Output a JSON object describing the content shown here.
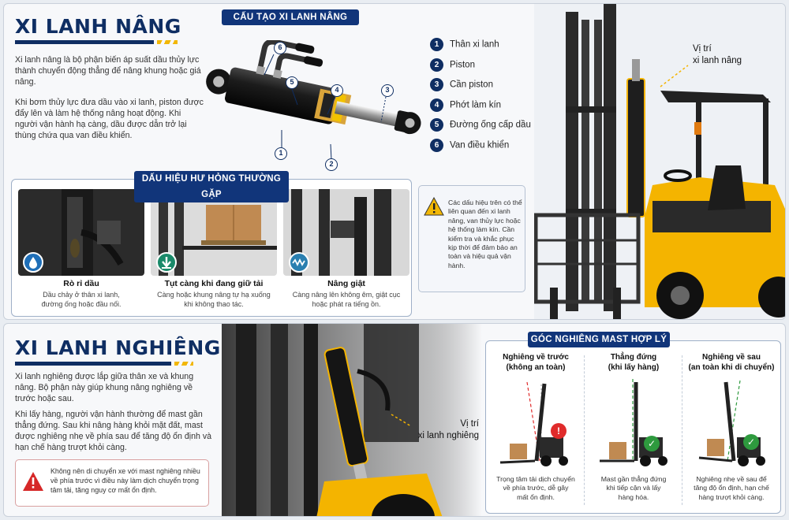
{
  "lift": {
    "title": "XI LANH NÂNG",
    "paragraph1": "Xi lanh nâng là bộ phận biến áp suất dầu thủy lực thành chuyển động thẳng để nâng khung hoặc giá nâng.",
    "paragraph2": "Khi bơm thủy lực đưa dầu vào xi lanh, piston được đẩy lên và làm hệ thống nâng hoạt động. Khi người vận hành hạ càng, dầu được dẫn trở lại thùng chứa qua van điều khiển.",
    "structure_title": "CẤU TẠO XI LANH NÂNG",
    "parts": [
      {
        "num": "1",
        "label": "Thân xi lanh"
      },
      {
        "num": "2",
        "label": "Piston"
      },
      {
        "num": "3",
        "label": "Cần piston"
      },
      {
        "num": "4",
        "label": "Phớt làm kín"
      },
      {
        "num": "5",
        "label": "Đường ống cấp dầu"
      },
      {
        "num": "6",
        "label": "Van điều khiển"
      }
    ],
    "location_label_line1": "Vị trí",
    "location_label_line2": "xi lanh nâng",
    "colors": {
      "navy": "#0f2e63",
      "accent_yellow": "#f2b705",
      "forklift_yellow": "#f4b400"
    }
  },
  "defects": {
    "title": "DẤU HIỆU HƯ HỎNG THƯỜNG GẶP",
    "items": [
      {
        "icon": "oil-drop-icon",
        "title": "Rò rỉ dầu",
        "desc_line1": "Dầu chảy ở thân xi lanh,",
        "desc_line2": "đường ống hoặc đầu nối.",
        "icon_color": "#1f6fb8"
      },
      {
        "icon": "down-arrow-icon",
        "title": "Tụt càng khi đang giữ tải",
        "desc_line1": "Càng hoặc khung nâng tự hạ xuống",
        "desc_line2": "khi không thao tác.",
        "icon_color": "#1a8a6a"
      },
      {
        "icon": "wave-icon",
        "title": "Nâng giật",
        "desc_line1": "Càng nâng lên không êm, giật cục",
        "desc_line2": "hoặc phát ra tiếng ồn.",
        "icon_color": "#2a7fb0"
      }
    ],
    "note": "Các dấu hiệu trên có thể liên quan đến xi lanh nâng, van thủy lực hoặc hệ thống làm kín. Cần kiểm tra và khắc phục kịp thời để đảm bảo an toàn và hiệu quả vận hành."
  },
  "tilt": {
    "title": "XI LANH NGHIÊNG",
    "paragraph1": "Xi lanh nghiêng được lắp giữa thân xe và khung nâng. Bộ phận này giúp khung nâng nghiêng về trước hoặc sau.",
    "paragraph2": "Khi lấy hàng, người vận hành thường để mast gần thẳng đứng. Sau khi nâng hàng khỏi mặt đất, mast được nghiêng nhẹ về phía sau để tăng độ ổn định và hạn chế hàng trượt khỏi càng.",
    "warning": "Không nên di chuyển xe với mast nghiêng nhiều về phía trước vì điều này làm dịch chuyển trọng tâm tải, tăng nguy cơ mất ổn định.",
    "location_label_line1": "Vị trí",
    "location_label_line2": "xi lanh nghiêng",
    "angle_title": "GÓC NGHIÊNG MAST HỢP LÝ",
    "angles": [
      {
        "head1": "Nghiêng về trước",
        "head2": "(không an toàn)",
        "desc_line1": "Trọng tâm tải dịch chuyển",
        "desc_line2": "về phía trước, dễ gây",
        "desc_line3": "mất ổn định.",
        "status": "danger",
        "badge": "!",
        "badge_color": "#e02b2b",
        "guide_color": "#e02b2b"
      },
      {
        "head1": "Thẳng đứng",
        "head2": "(khi lấy hàng)",
        "desc_line1": "Mast gần thẳng đứng",
        "desc_line2": "khi tiếp cận và lấy",
        "desc_line3": "hàng hóa.",
        "status": "ok",
        "badge": "✓",
        "badge_color": "#2e9a3e",
        "guide_color": "#2e9a3e"
      },
      {
        "head1": "Nghiêng về sau",
        "head2": "(an toàn khi di chuyển)",
        "desc_line1": "Nghiêng nhẹ về sau để",
        "desc_line2": "tăng độ ổn định, hạn chế",
        "desc_line3": "hàng trượt khỏi càng.",
        "status": "ok",
        "badge": "✓",
        "badge_color": "#2e9a3e",
        "guide_color": "#2e9a3e"
      }
    ]
  }
}
